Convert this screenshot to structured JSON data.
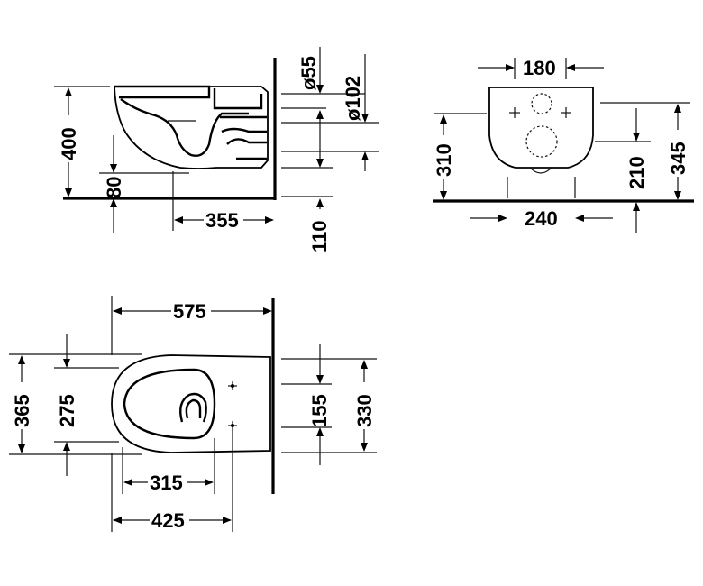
{
  "dimensions": {
    "side_view": {
      "height_400": "400",
      "height_80": "80",
      "depth_355": "355",
      "floor_110": "110",
      "dia_55": "ø55",
      "dia_102": "ø102"
    },
    "front_view": {
      "width_180": "180",
      "width_240": "240",
      "height_310": "310",
      "height_210": "210",
      "height_345": "345"
    },
    "top_view": {
      "length_575": "575",
      "width_365": "365",
      "width_275": "275",
      "offset_315": "315",
      "offset_425": "425",
      "width_155": "155",
      "width_330": "330"
    }
  }
}
